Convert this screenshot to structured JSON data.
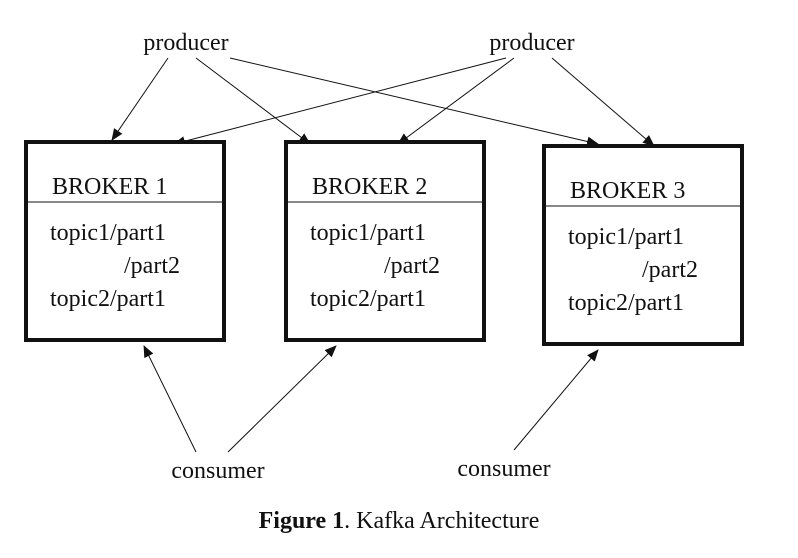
{
  "producers": [
    {
      "label": "producer"
    },
    {
      "label": "producer"
    }
  ],
  "consumers": [
    {
      "label": "consumer"
    },
    {
      "label": "consumer"
    }
  ],
  "brokers": [
    {
      "title": "BROKER 1",
      "lines": [
        "topic1/part1",
        "/part2",
        "topic2/part1"
      ]
    },
    {
      "title": "BROKER 2",
      "lines": [
        "topic1/part1",
        "/part2",
        "topic2/part1"
      ]
    },
    {
      "title": "BROKER 3",
      "lines": [
        "topic1/part1",
        "/part2",
        "topic2/part1"
      ]
    }
  ],
  "caption": {
    "label": "Figure 1",
    "text": ". Kafka Architecture"
  }
}
